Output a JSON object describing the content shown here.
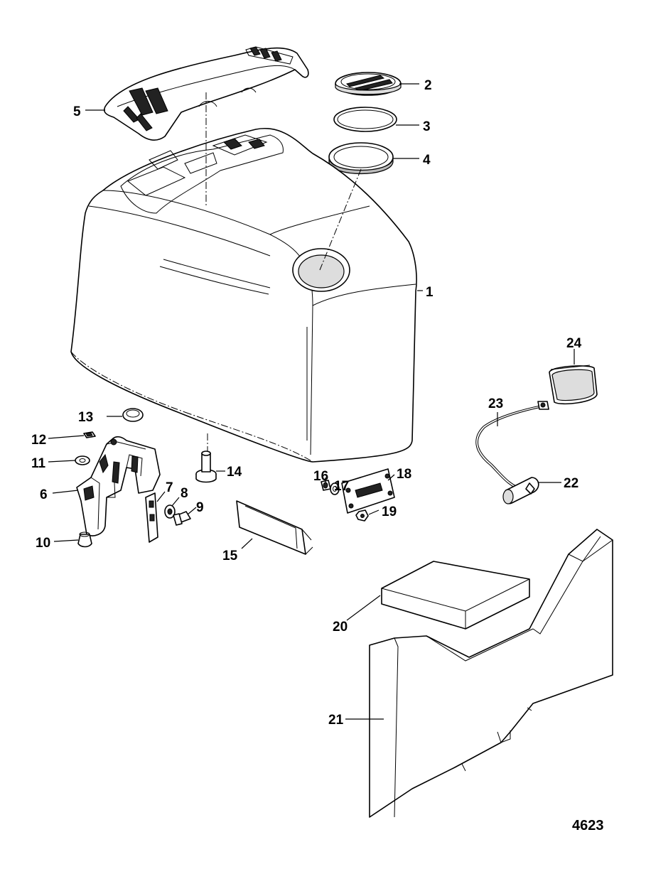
{
  "diagram": {
    "callouts": [
      "1",
      "2",
      "3",
      "4",
      "5",
      "6",
      "7",
      "8",
      "9",
      "10",
      "11",
      "12",
      "13",
      "14",
      "15",
      "16",
      "17",
      "18",
      "19",
      "20",
      "21",
      "22",
      "23",
      "24"
    ],
    "diagram_id": "4623"
  }
}
